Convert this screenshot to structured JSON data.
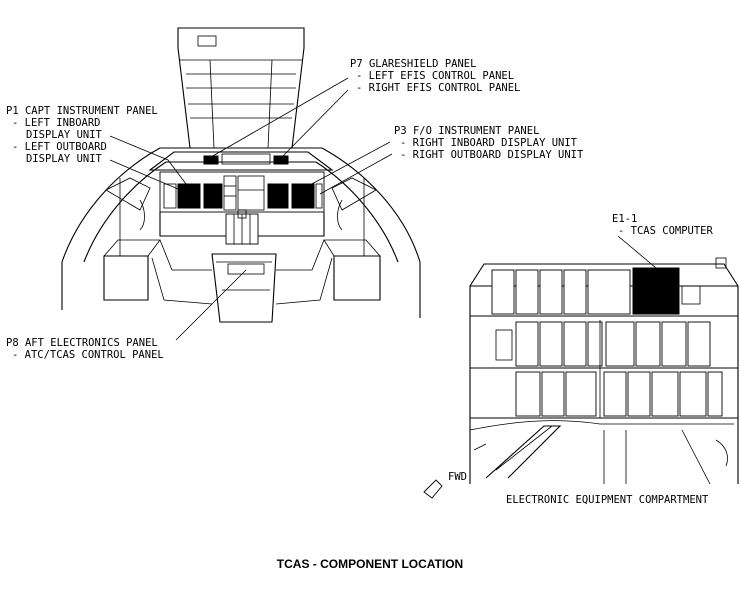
{
  "labels": {
    "p7_title": "P7 GLARESHIELD PANEL",
    "p7_left": "- LEFT EFIS CONTROL PANEL",
    "p7_right": "- RIGHT EFIS CONTROL PANEL",
    "p1_title": "P1 CAPT INSTRUMENT PANEL",
    "p1_l1": "- LEFT INBOARD",
    "p1_l2": "DISPLAY UNIT",
    "p1_l3": "- LEFT OUTBOARD",
    "p1_l4": "DISPLAY UNIT",
    "p3_title": "P3 F/O INSTRUMENT PANEL",
    "p3_l1": "- RIGHT INBOARD DISPLAY UNIT",
    "p3_l2": "- RIGHT OUTBOARD DISPLAY UNIT",
    "e11_title": "E1-1",
    "e11_l1": "- TCAS COMPUTER",
    "p8_title": "P8 AFT ELECTRONICS PANEL",
    "p8_l1": "- ATC/TCAS CONTROL PANEL",
    "fwd": "FWD",
    "eec": "ELECTRONIC EQUIPMENT COMPARTMENT",
    "caption": "TCAS - COMPONENT LOCATION"
  }
}
